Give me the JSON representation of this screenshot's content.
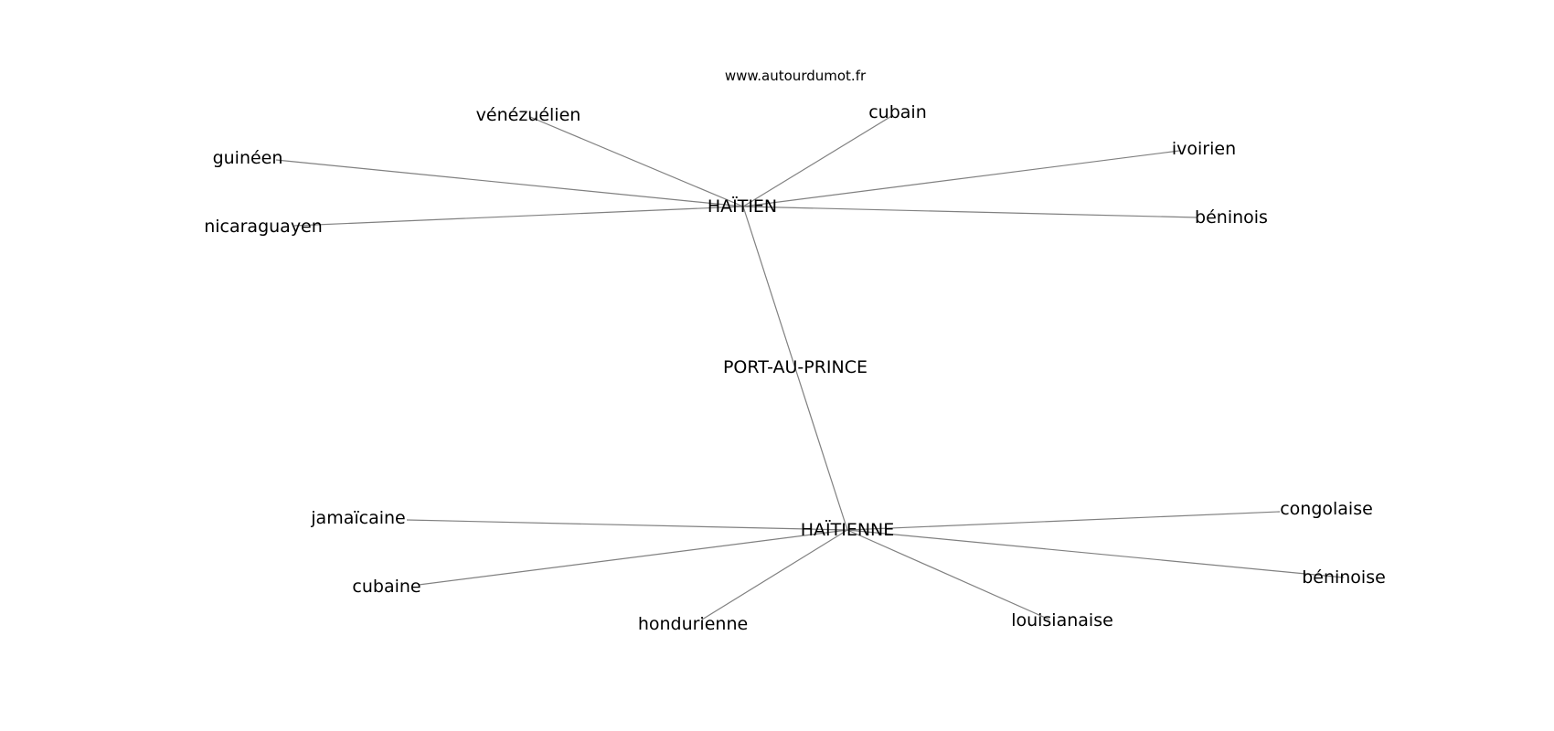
{
  "site": "www.autourdumot.fr",
  "colors": {
    "edge": "#808080",
    "text": "#000000",
    "background": "#ffffff"
  },
  "nodes": [
    {
      "id": "haitien",
      "label": "HAÏTIEN"
    },
    {
      "id": "port-au-prince",
      "label": "PORT-AU-PRINCE"
    },
    {
      "id": "haitienne",
      "label": "HAÏTIENNE"
    },
    {
      "id": "venezuelien",
      "label": "vénézuélien"
    },
    {
      "id": "cubain",
      "label": "cubain"
    },
    {
      "id": "guineen",
      "label": "guinéen"
    },
    {
      "id": "ivoirien",
      "label": "ivoirien"
    },
    {
      "id": "nicaraguayen",
      "label": "nicaraguayen"
    },
    {
      "id": "beninois",
      "label": "béninois"
    },
    {
      "id": "jamaicaine",
      "label": "jamaïcaine"
    },
    {
      "id": "congolaise",
      "label": "congolaise"
    },
    {
      "id": "cubaine",
      "label": "cubaine"
    },
    {
      "id": "beninoise",
      "label": "béninoise"
    },
    {
      "id": "hondurienne",
      "label": "hondurienne"
    },
    {
      "id": "louisianaise",
      "label": "louisianaise"
    }
  ],
  "edges": [
    [
      "haitien",
      "venezuelien"
    ],
    [
      "haitien",
      "cubain"
    ],
    [
      "haitien",
      "guineen"
    ],
    [
      "haitien",
      "ivoirien"
    ],
    [
      "haitien",
      "nicaraguayen"
    ],
    [
      "haitien",
      "beninois"
    ],
    [
      "haitien",
      "haitienne"
    ],
    [
      "haitienne",
      "jamaicaine"
    ],
    [
      "haitienne",
      "congolaise"
    ],
    [
      "haitienne",
      "cubaine"
    ],
    [
      "haitienne",
      "beninoise"
    ],
    [
      "haitienne",
      "hondurienne"
    ],
    [
      "haitienne",
      "louisianaise"
    ]
  ]
}
